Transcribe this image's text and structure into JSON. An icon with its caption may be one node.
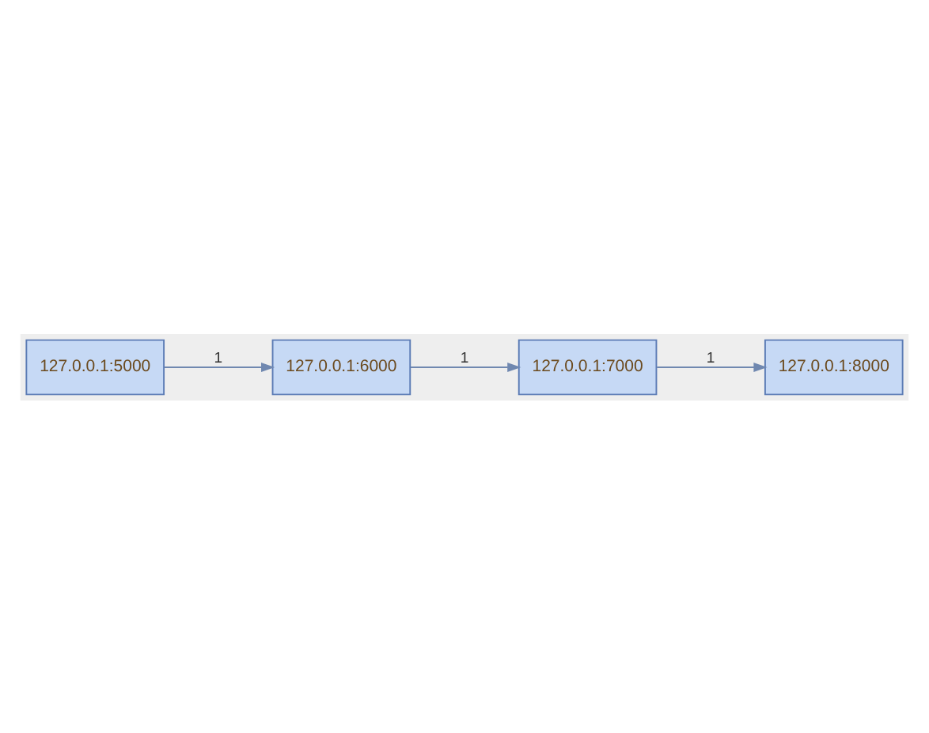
{
  "diagram": {
    "nodes": [
      {
        "text": [
          "127.0.0.1:5000"
        ]
      },
      {
        "text": [
          "127.0.0.1:6000"
        ]
      },
      {
        "text": [
          "127.0.0.1:7000"
        ]
      },
      {
        "text": [
          "127.0.0.1:8000"
        ]
      }
    ],
    "edges": [
      {
        "from": 0,
        "to": 1,
        "arrow": "to",
        "label": "1"
      },
      {
        "from": 1,
        "to": 2,
        "arrow": "to",
        "label": "1"
      },
      {
        "from": 2,
        "to": 3,
        "arrow": "to",
        "label": "1"
      }
    ]
  }
}
